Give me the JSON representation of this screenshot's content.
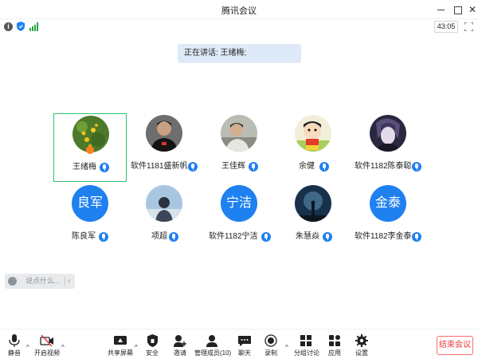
{
  "window": {
    "title": "腾讯会议"
  },
  "info": {
    "timer": "43:05"
  },
  "speaking": {
    "text": "正在讲话: 王绪梅;"
  },
  "participants": [
    {
      "name": "王绪梅",
      "avatar": "photo-flowers",
      "active": true
    },
    {
      "name": "软件1181盛新帆",
      "avatar": "photo-man-black-shirt"
    },
    {
      "name": "王佳辉",
      "avatar": "photo-person-outdoor"
    },
    {
      "name": "余健",
      "avatar": "cartoon-crayon-shin-chan"
    },
    {
      "name": "软件1182陈泰聪",
      "avatar": "anime-dark-character"
    },
    {
      "name": "陈良军",
      "avatar_text": "良军"
    },
    {
      "name": "项超",
      "avatar": "photo-man-sky"
    },
    {
      "name": "软件1182宁洁",
      "avatar_text": "宁洁"
    },
    {
      "name": "朱慧焱",
      "avatar": "photo-night-figure"
    },
    {
      "name": "软件1182李金泰",
      "avatar_text": "金泰"
    }
  ],
  "chat": {
    "placeholder": "说点什么...",
    "collapse": "‹"
  },
  "toolbar": {
    "mute": "静音",
    "video": "开启视频",
    "share": "共享屏幕",
    "security": "安全",
    "invite": "邀请",
    "members": "管理成员(10)",
    "chat": "聊天",
    "record": "录制",
    "breakout": "分组讨论",
    "apps": "应用",
    "settings": "设置",
    "end": "结束会议"
  },
  "colors": {
    "accent": "#1f80f0",
    "active_border": "#2ec36b",
    "end": "#e83a3a"
  }
}
